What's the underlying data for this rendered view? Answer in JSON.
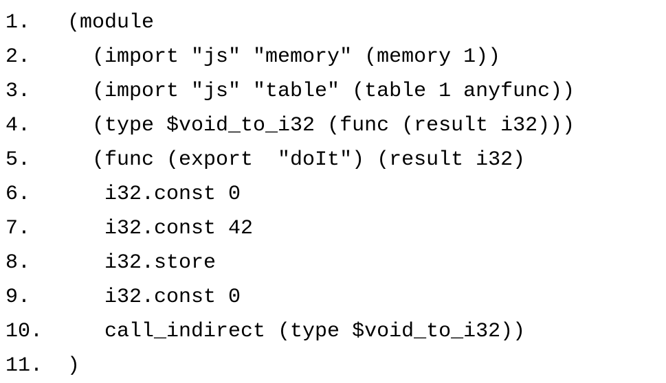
{
  "code": {
    "lines": [
      {
        "num": "1.",
        "text": "(module"
      },
      {
        "num": "2.",
        "text": "  (import \"js\" \"memory\" (memory 1))"
      },
      {
        "num": "3.",
        "text": "  (import \"js\" \"table\" (table 1 anyfunc))"
      },
      {
        "num": "4.",
        "text": "  (type $void_to_i32 (func (result i32)))"
      },
      {
        "num": "5.",
        "text": "  (func (export  \"doIt\") (result i32)"
      },
      {
        "num": "6.",
        "text": "   i32.const 0"
      },
      {
        "num": "7.",
        "text": "   i32.const 42"
      },
      {
        "num": "8.",
        "text": "   i32.store"
      },
      {
        "num": "9.",
        "text": "   i32.const 0"
      },
      {
        "num": "10.",
        "text": "   call_indirect (type $void_to_i32))"
      },
      {
        "num": "11.",
        "text": ")"
      }
    ]
  }
}
